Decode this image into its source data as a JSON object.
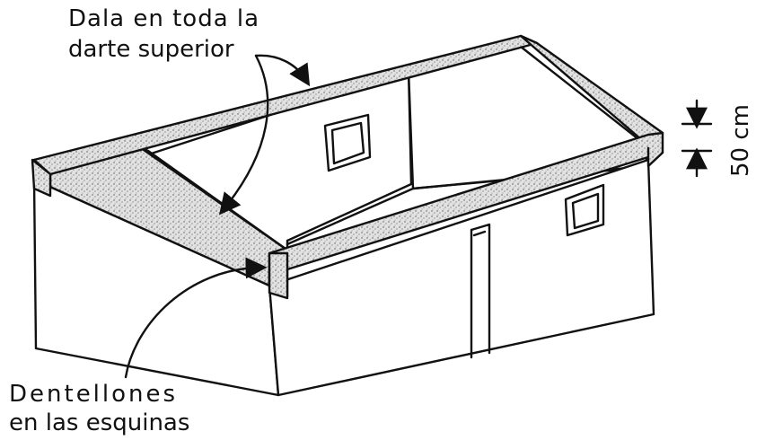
{
  "diagram": {
    "label_bond_beam_line1": "Dala en toda la",
    "label_bond_beam_line2": "darte superior",
    "label_corners_line1": "Dentellones",
    "label_corners_line2": "en las esquinas",
    "label_dimension": "50 cm"
  },
  "colors": {
    "ink": "#111111",
    "beam_fill": "#d9d9d9",
    "wall_fill": "#ffffff"
  }
}
